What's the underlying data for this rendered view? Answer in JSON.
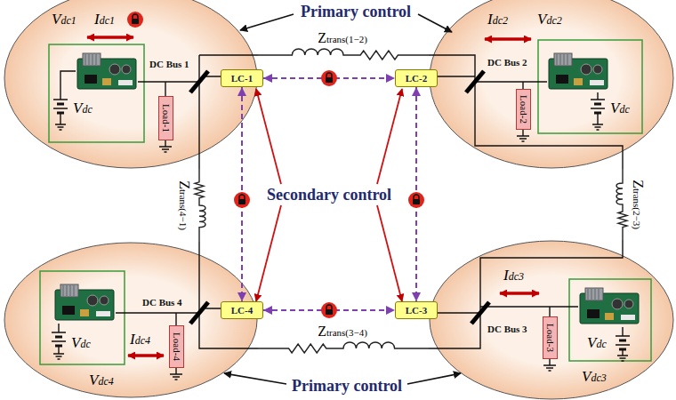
{
  "diagram": {
    "nodes": [
      {
        "text": [
          "Vdc1",
          "Idc1",
          "DC Bus 1",
          "Vdc"
        ]
      },
      {
        "text": [
          "Load-1"
        ],
        "in": 0
      },
      {
        "text": [
          "Idc2",
          "Vdc2",
          "DC Bus 2",
          "Vdc"
        ]
      },
      {
        "text": [
          "Load-2"
        ],
        "in": 2
      },
      {
        "text": [
          "LC-1"
        ]
      },
      {
        "text": [
          "LC-2"
        ]
      },
      {
        "text": [
          "DC Bus 4",
          "Vdc",
          "Idc4",
          "Vdc4"
        ]
      },
      {
        "text": [
          "Load-4"
        ],
        "in": 6
      },
      {
        "text": [
          "LC-4"
        ]
      },
      {
        "text": [
          "LC-3"
        ]
      },
      {
        "text": [
          "Idc3",
          "DC Bus 3",
          "Vdc",
          "Vdc3"
        ]
      },
      {
        "text": [
          "Load-3"
        ],
        "in": 10
      }
    ],
    "edges": [
      {
        "from": 4,
        "to": 5,
        "arrow": "both"
      },
      {
        "from": 5,
        "to": 9,
        "arrow": "both"
      },
      {
        "from": 8,
        "to": 9,
        "arrow": "both"
      },
      {
        "from": 4,
        "to": 8,
        "arrow": "both"
      },
      {
        "from": 0,
        "to": 2,
        "label": "Ztrans(1−2)",
        "arrow": "none"
      },
      {
        "from": 2,
        "to": 10,
        "label": "Ztrans(2−3)",
        "arrow": "none"
      },
      {
        "from": 10,
        "to": 6,
        "label": "Ztrans(3−4)",
        "arrow": "none"
      },
      {
        "from": 6,
        "to": 0,
        "label": "Ztrans(4−1)",
        "arrow": "none"
      }
    ],
    "labels": [
      "Primary control",
      "Secondary control",
      "Primary control"
    ]
  }
}
